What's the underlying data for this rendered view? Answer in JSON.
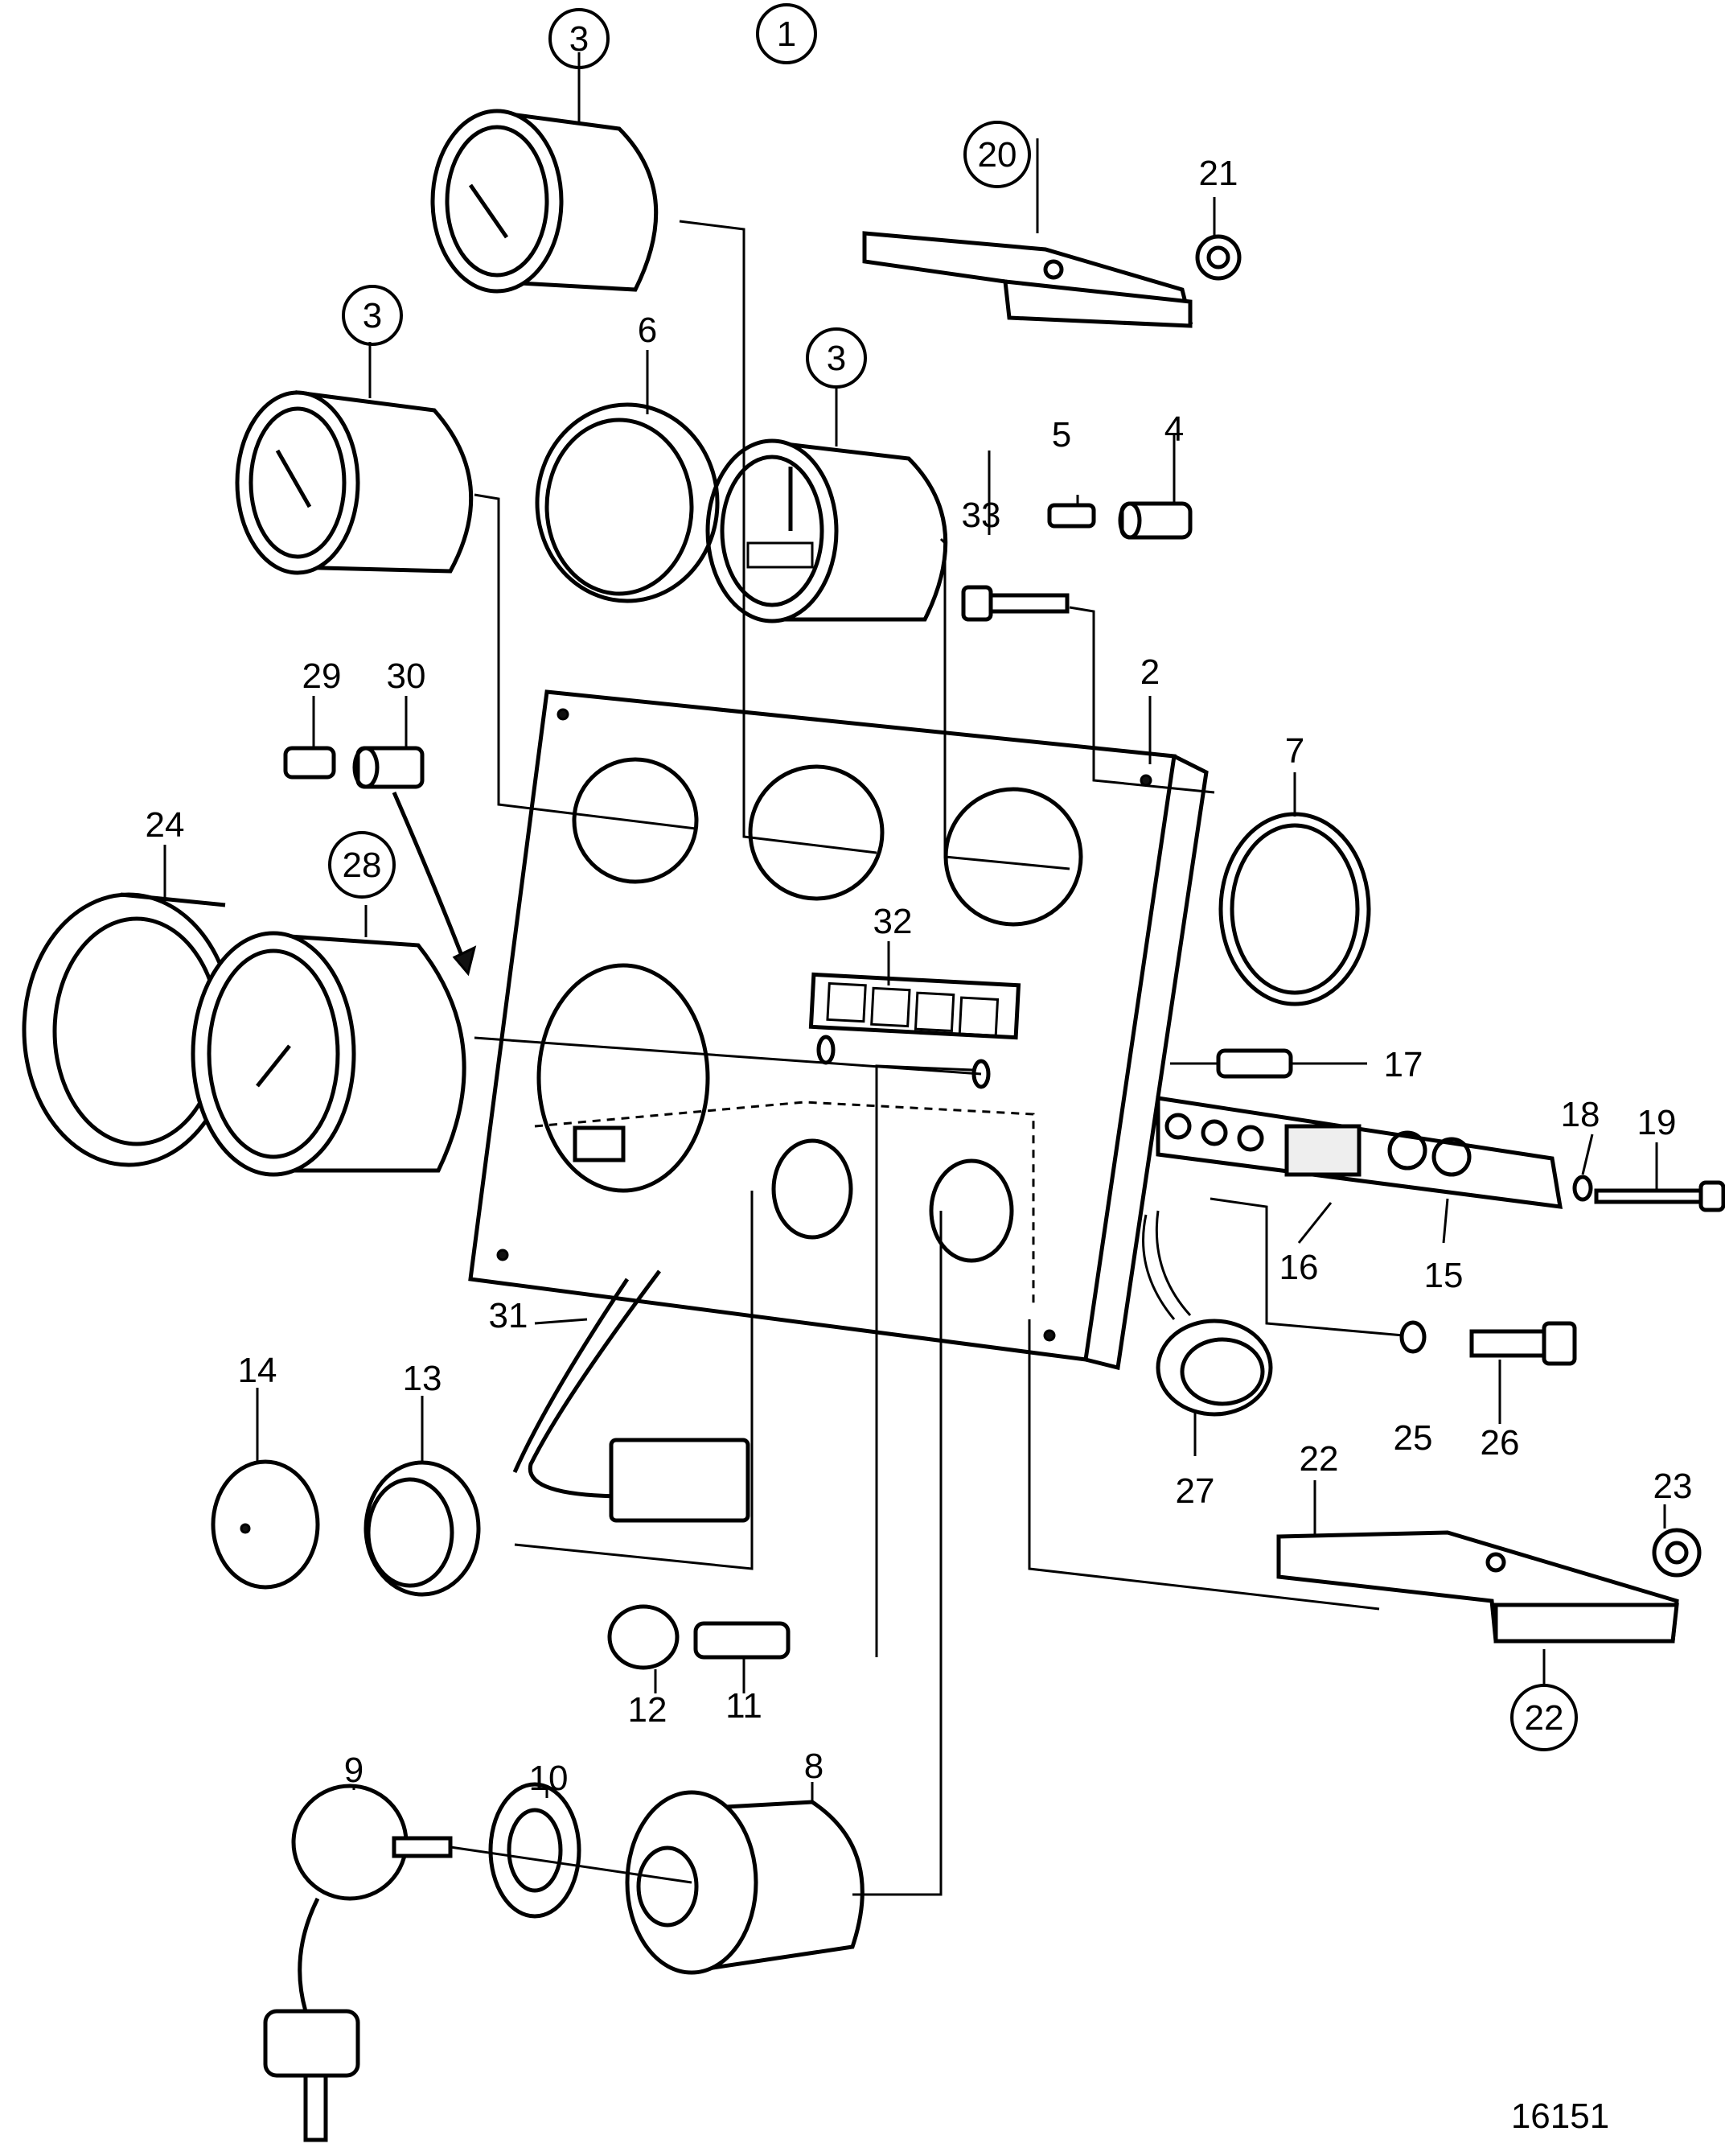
{
  "callouts": [
    {
      "text": "1",
      "circled": true
    },
    {
      "text": "3",
      "circled": true
    },
    {
      "text": "3",
      "circled": true
    },
    {
      "text": "3",
      "circled": true
    },
    {
      "text": "20",
      "circled": true
    },
    {
      "text": "28",
      "circled": true
    },
    {
      "text": "22",
      "circled": true
    },
    {
      "text": "21",
      "circled": false
    },
    {
      "text": "6",
      "circled": false
    },
    {
      "text": "5",
      "circled": false
    },
    {
      "text": "4",
      "circled": false
    },
    {
      "text": "33",
      "circled": false
    },
    {
      "text": "2",
      "circled": false
    },
    {
      "text": "7",
      "circled": false
    },
    {
      "text": "29",
      "circled": false
    },
    {
      "text": "30",
      "circled": false
    },
    {
      "text": "24",
      "circled": false
    },
    {
      "text": "32",
      "circled": false
    },
    {
      "text": "17",
      "circled": false
    },
    {
      "text": "18",
      "circled": false
    },
    {
      "text": "19",
      "circled": false
    },
    {
      "text": "16",
      "circled": false
    },
    {
      "text": "15",
      "circled": false
    },
    {
      "text": "31",
      "circled": false
    },
    {
      "text": "14",
      "circled": false
    },
    {
      "text": "13",
      "circled": false
    },
    {
      "text": "25",
      "circled": false
    },
    {
      "text": "26",
      "circled": false
    },
    {
      "text": "27",
      "circled": false
    },
    {
      "text": "22",
      "circled": false
    },
    {
      "text": "23",
      "circled": false
    },
    {
      "text": "12",
      "circled": false
    },
    {
      "text": "11",
      "circled": false
    },
    {
      "text": "9",
      "circled": false
    },
    {
      "text": "10",
      "circled": false
    },
    {
      "text": "8",
      "circled": false
    }
  ],
  "drawing_number": "16151"
}
